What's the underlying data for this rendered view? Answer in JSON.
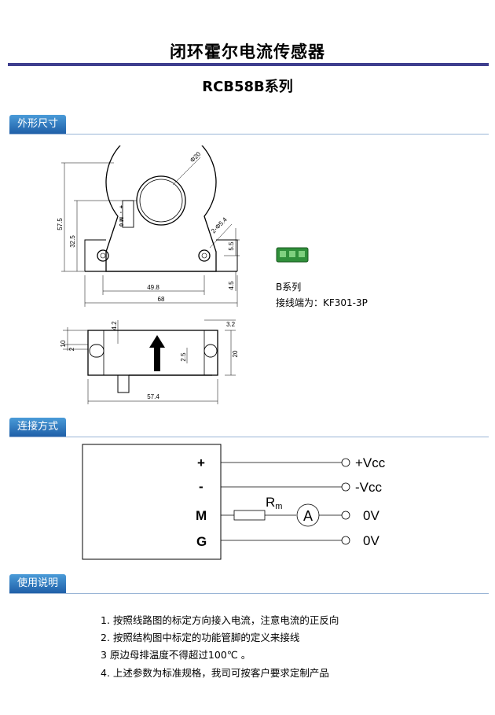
{
  "page": {
    "title": "闭环霍尔电流传感器",
    "subtitle": "RCB58B系列"
  },
  "sections": {
    "dimensions": "外形尺寸",
    "connection": "连接方式",
    "usage": "使用说明"
  },
  "drawing": {
    "front_dims": {
      "height_total": "57.5",
      "height_center": "32.5",
      "hole_spacing": "49.8",
      "width_total": "68",
      "inner_diameter": "Φ20",
      "mount_hole": "2-Φ5.4",
      "right_a": "5.5",
      "right_b": "4.5"
    },
    "pin_labels": [
      "+",
      "-",
      "M",
      "0"
    ],
    "side_dims": {
      "left_top": "10",
      "left_small": "2",
      "top_small": "4.2",
      "right_top": "3.2",
      "right_height": "20",
      "middle": "2.5",
      "width": "57.4"
    },
    "connector_series": "B系列",
    "connector_model": "接线端为：KF301-3P"
  },
  "connection": {
    "pins": [
      "+",
      "-",
      "M",
      "G"
    ],
    "outputs": [
      "+Vcc",
      "-Vcc",
      "0V",
      "0V"
    ],
    "resistor_label": "R",
    "resistor_sub": "m",
    "meter_label": "A"
  },
  "usage_items": [
    "1.  按照线路图的标定方向接入电流，注意电流的正反向",
    "2.  按照结构图中标定的功能管脚的定义来接线",
    "3   原边母排温度不得超过100℃  。",
    "4.  上述参数为标准规格，我司可按客户要求定制产品"
  ]
}
